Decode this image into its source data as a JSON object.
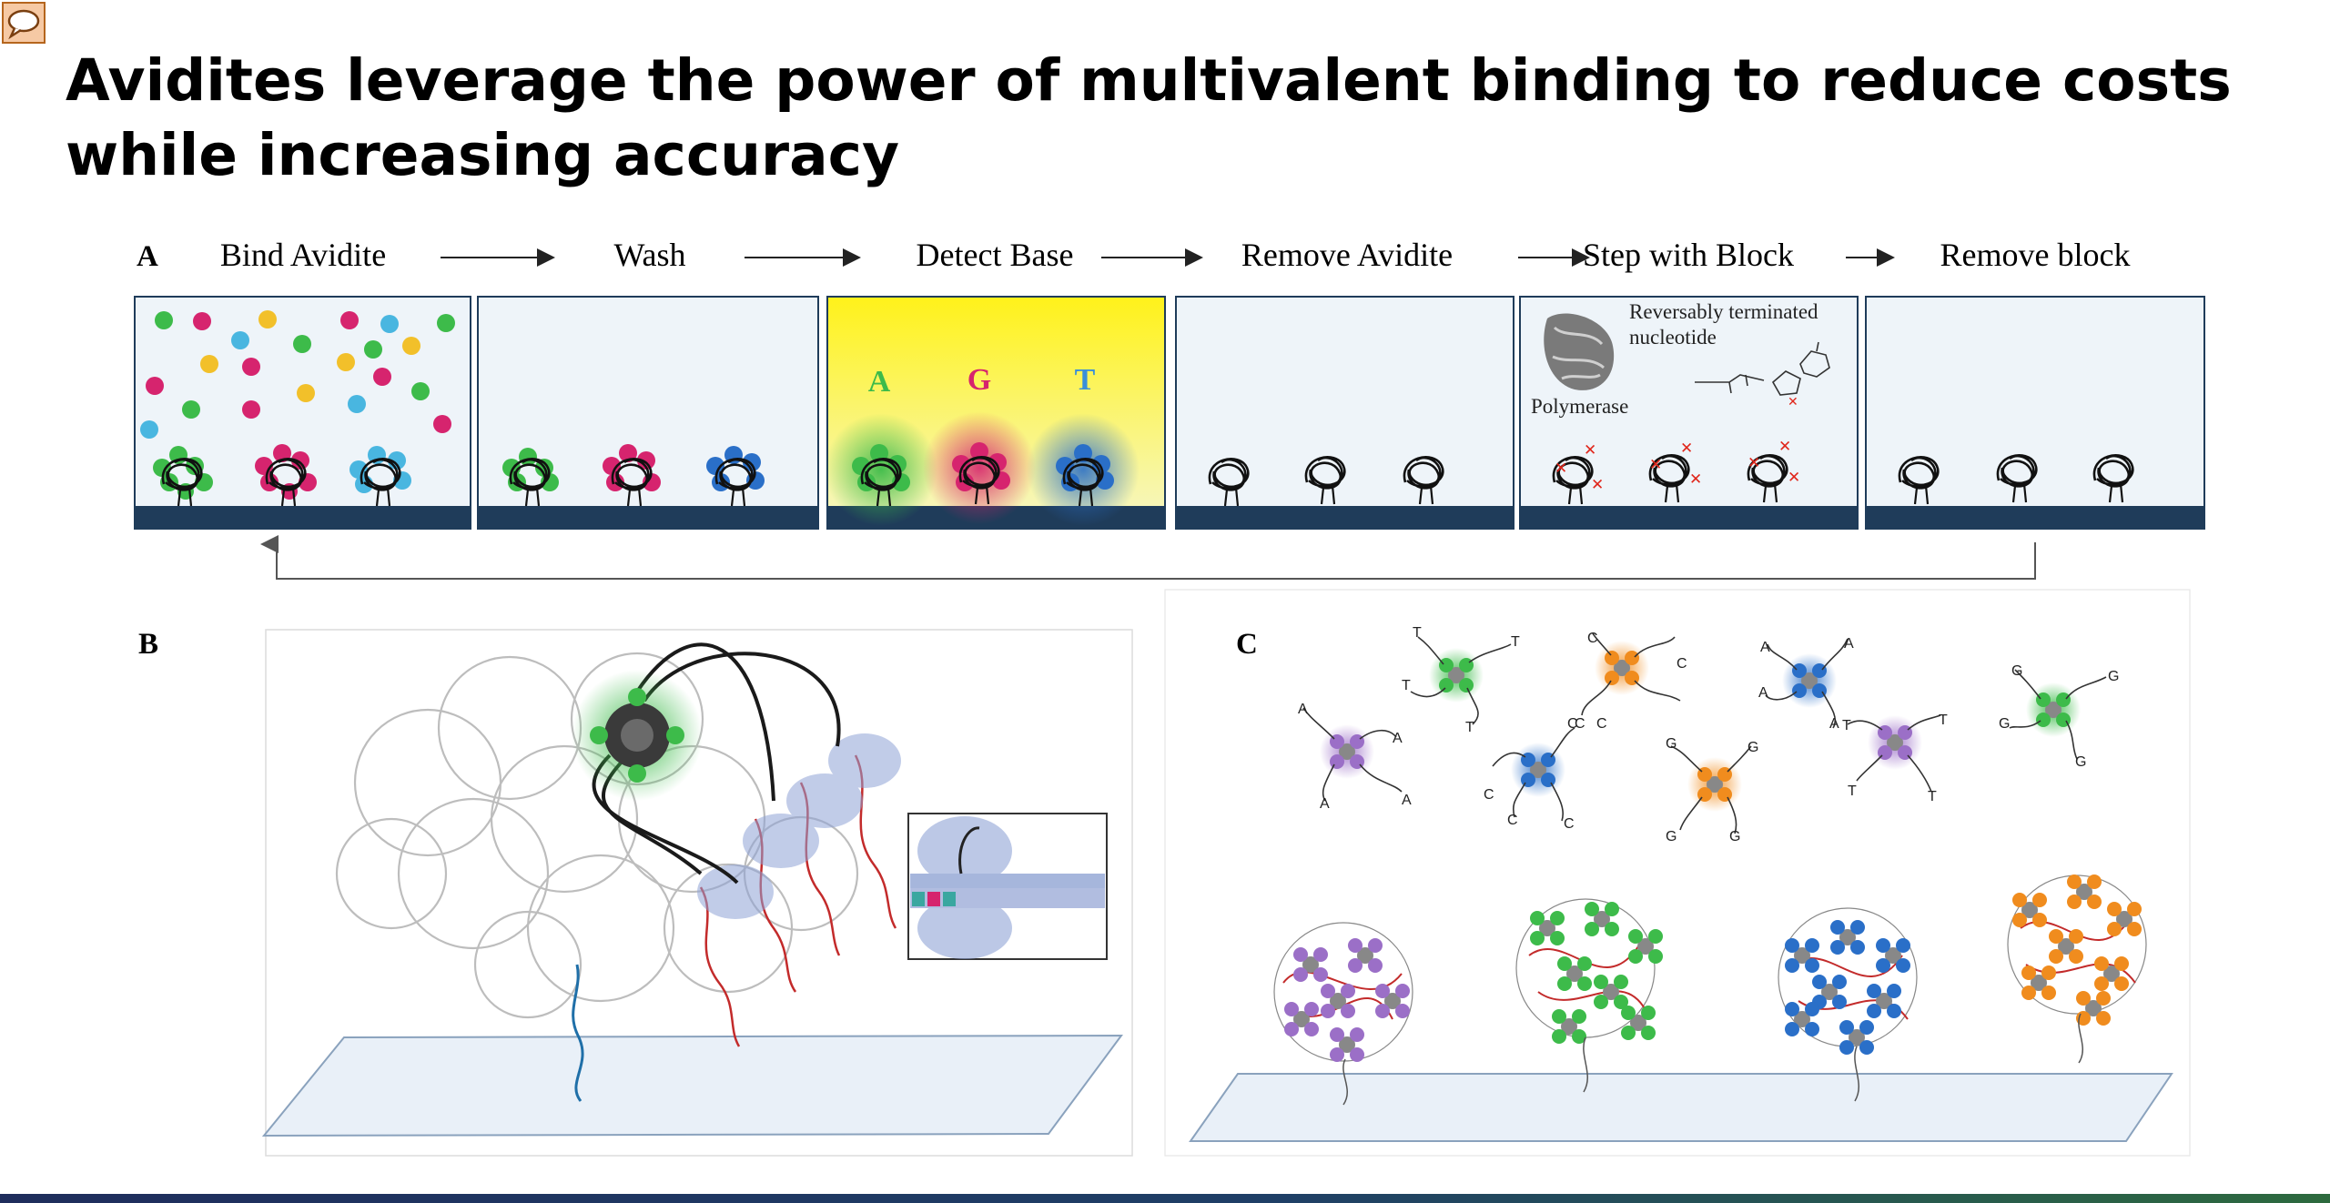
{
  "slide": {
    "title": "Avidites leverage the power of multivalent binding to reduce costs while increasing accuracy"
  },
  "panel_a": {
    "letter": "A",
    "steps": [
      "Bind Avidite",
      "Wash",
      "Detect Base",
      "Remove Avidite",
      "Step with Block",
      "Remove block"
    ],
    "detect_bases": [
      "A",
      "G",
      "T"
    ],
    "block_labels": {
      "terminated_line1": "Reversably terminated",
      "terminated_line2": "nucleotide",
      "polymerase": "Polymerase"
    }
  },
  "panel_b": {
    "letter": "B"
  },
  "panel_c": {
    "letter": "C",
    "avidite_letters": [
      "T",
      "T",
      "T",
      "T",
      "C",
      "C",
      "C",
      "C",
      "A",
      "A",
      "A",
      "A",
      "G",
      "G",
      "G",
      "G",
      "A",
      "A",
      "A",
      "A",
      "C",
      "C",
      "C",
      "C",
      "G",
      "G",
      "G",
      "G",
      "T",
      "T",
      "T",
      "T"
    ]
  },
  "colors": {
    "green": "#3dbb4a",
    "magenta": "#d6246e",
    "yellow": "#f2c02a",
    "cyan": "#49b6e0",
    "blue": "#2a6fc8",
    "purple": "#9b6fc7",
    "orange": "#f08c1e",
    "navy": "#1f3c5a",
    "panel_bg": "#eef4f9",
    "detect_yellow": "#fff21a"
  }
}
